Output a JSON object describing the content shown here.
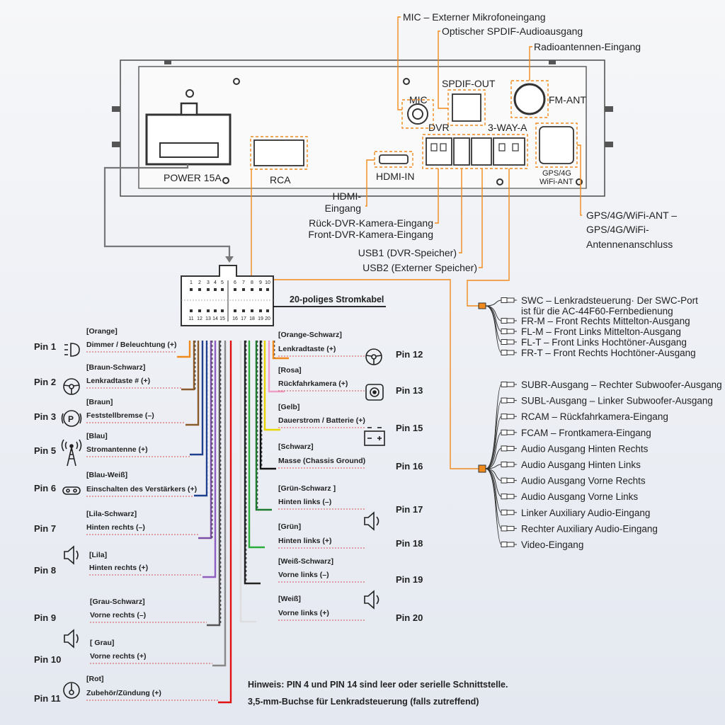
{
  "top_callouts": {
    "mic": "MIC – Externer Mikrofoneingang",
    "spdif": "Optischer SPDIF-Audioausgang",
    "radio": "Radioantennen-Eingang",
    "hdmi_line1": "HDMI-",
    "hdmi_line2": "Eingang",
    "dvr_rear": "Rück-DVR-Kamera-Eingang",
    "dvr_front": "Front-DVR-Kamera-Eingang",
    "usb1": "USB1 (DVR-Speicher)",
    "usb2": "USB2 (Externer Speicher)",
    "gps_line1": "GPS/4G/WiFi-ANT –",
    "gps_line2": "GPS/4G/WiFi-",
    "gps_line3": "Antennenanschluss"
  },
  "unit": {
    "power": "POWER 15A",
    "rca": "RCA",
    "hdmi_in": "HDMI-IN",
    "mic": "MIC",
    "spdif_out": "SPDIF-OUT",
    "fm_ant": "FM-ANT",
    "dvr": "DVR",
    "three_way": "3-WAY-A",
    "gps_line1": "GPS/4G",
    "gps_line2": "WiFi-ANT"
  },
  "connector": {
    "title": "20-poliges Stromkabel",
    "top_numbers": [
      "1",
      "2",
      "3",
      "4",
      "5",
      "6",
      "7",
      "8",
      "9",
      "10"
    ],
    "bottom_numbers": [
      "11",
      "12",
      "13",
      "14",
      "15",
      "16",
      "17",
      "18",
      "19",
      "20"
    ]
  },
  "left_wires": [
    {
      "pin": "Pin 1",
      "color_name": "[Orange]",
      "func": "Dimmer / Beleuchtung (+)",
      "color": "#f08a1c",
      "icon": "dimmer-icon"
    },
    {
      "pin": "Pin 2",
      "color_name": "[Braun-Schwarz]",
      "func": "Lenkradtaste # (+)",
      "color": "#8b5a2b",
      "icon": "steering-wheel-icon"
    },
    {
      "pin": "Pin 3",
      "color_name": "[Braun]",
      "func": "Feststellbremse (–)",
      "color": "#8b5a2b",
      "icon": "parking-brake-icon"
    },
    {
      "pin": "Pin 5",
      "color_name": "[Blau]",
      "func": "Stromantenne (+)",
      "color": "#1f3f8f",
      "icon": "antenna-icon"
    },
    {
      "pin": "Pin 6",
      "color_name": "[Blau-Weiß]",
      "func": "Einschalten des Verstärkers (+)",
      "color": "#1f3f8f",
      "icon": "amplifier-icon"
    },
    {
      "pin": "Pin 7",
      "color_name": "[Lila-Schwarz]",
      "func": "Hinten rechts (–)",
      "color": "#7b4ea3",
      "icon": ""
    },
    {
      "pin": "Pin 8",
      "color_name": "[Lila]",
      "func": "Hinten rechts (+)",
      "color": "#8f5ec0",
      "icon": "speaker-icon"
    },
    {
      "pin": "Pin 9",
      "color_name": "[Grau-Schwarz]",
      "func": "Vorne rechts (–)",
      "color": "#555555",
      "icon": ""
    },
    {
      "pin": "Pin 10",
      "color_name": "[ Grau]",
      "func": "Vorne rechts (+)",
      "color": "#888888",
      "icon": "speaker-icon"
    },
    {
      "pin": "Pin 11",
      "color_name": "[Rot]",
      "func": "Zubehör/Zündung (+)",
      "color": "#e01010",
      "icon": "ignition-icon"
    }
  ],
  "right_wires": [
    {
      "pin": "Pin 12",
      "color_name": "[Orange-Schwarz]",
      "func": "Lenkradtaste (+)",
      "color": "#f08a1c",
      "icon": "steering-wheel-icon"
    },
    {
      "pin": "Pin 13",
      "color_name": "[Rosa]",
      "func": "Rückfahrkamera (+)",
      "color": "#f0a0c8",
      "icon": "camera-icon"
    },
    {
      "pin": "Pin 15",
      "color_name": "[Gelb]",
      "func": "Dauerstrom / Batterie (+)",
      "color": "#e8d400",
      "icon": "battery-icon"
    },
    {
      "pin": "Pin 16",
      "color_name": "[Schwarz]",
      "func": "Masse (Chassis Ground)",
      "color": "#111111",
      "icon": ""
    },
    {
      "pin": "Pin 17",
      "color_name": "[Grün-Schwarz ]",
      "func": "Hinten links (–)",
      "color": "#1e7a2e",
      "icon": "speaker-icon"
    },
    {
      "pin": "Pin 18",
      "color_name": "[Grün]",
      "func": "Hinten links (+)",
      "color": "#2bab3a",
      "icon": ""
    },
    {
      "pin": "Pin 19",
      "color_name": "[Weiß-Schwarz]",
      "func": "Vorne links (–)",
      "color": "#222222",
      "icon": "speaker-icon"
    },
    {
      "pin": "Pin 20",
      "color_name": "[Weiß]",
      "func": "Vorne links (+)",
      "color": "#dddddd",
      "icon": ""
    }
  ],
  "swc_harness": [
    {
      "line1": "SWC – Lenkradsteuerung· Der SWC-Port",
      "line2": "ist für die AC-44F60-Fernbedienung"
    },
    {
      "line1": "FR-M – Front Rechts Mittelton-Ausgang",
      "line2": ""
    },
    {
      "line1": "FL-M – Front Links Mittelton-Ausgang",
      "line2": ""
    },
    {
      "line1": "FL-T – Front Links Hochtöner-Ausgang",
      "line2": ""
    },
    {
      "line1": "FR-T – Front Rechts Hochtöner-Ausgang",
      "line2": ""
    }
  ],
  "rca_harness": [
    "SUBR-Ausgang – Rechter Subwoofer-Ausgang",
    "SUBL-Ausgang – Linker Subwoofer-Ausgang",
    "RCAM – Rückfahrkamera-Eingang",
    "FCAM – Frontkamera-Eingang",
    "Audio Ausgang Hinten Rechts",
    "Audio Ausgang Hinten Links",
    "Audio Ausgang Vorne Rechts",
    "Audio Ausgang Vorne Links",
    "Linker Auxiliary Audio-Eingang",
    "Rechter Auxiliary Audio-Eingang",
    "Video-Eingang"
  ],
  "notes": {
    "line1": "Hinweis: PIN 4 und PIN 14 sind leer oder serielle Schnittstelle.",
    "line2": "3,5-mm-Buchse für Lenkradsteuerung (falls zutreffend)"
  },
  "colors": {
    "accent": "#f08a1c",
    "unit_outline": "#555555",
    "leader": "#cc2222"
  }
}
